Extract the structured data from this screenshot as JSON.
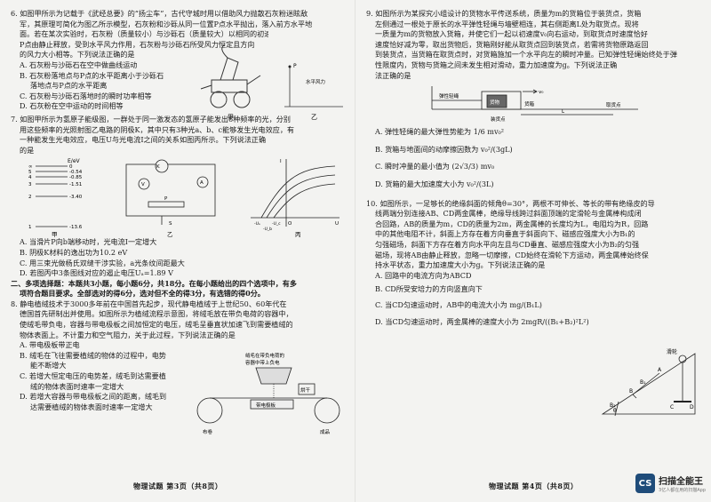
{
  "left": {
    "q6": {
      "lines": [
        "6. 如图甲所示为记载于《武经总要》的“扬尘车”，古代守城时用以借助风力抛散石灰粉迷眩敌",
        "军，其原理可简化为图乙所示模型，石灰粉和沙砾从同一位置P点水平抛出，落入前方水平地",
        "面。若在某次实验时，石灰粉（质量较小）与沙砾石（质量较大）以相同的初速度从",
        "P点由静止释放，受到水平风力作用，石灰粉与沙砾石所受风力恒定且方向",
        "的风力大小相等。下列说法正确的是"
      ],
      "options": [
        "A. 石灰粉与沙砾石在空中做曲线运动",
        "B. 石灰粉落地点与P点的水平距离小于沙砾石",
        "落地点与P点的水平距离",
        "C. 石灰粉与沙砾石落地时的瞬时功率相等",
        "D. 石灰粉在空中运动的时间相等"
      ],
      "fig_labels": {
        "jia": "甲",
        "yi": "乙",
        "p": "P",
        "wind": "水平风力"
      }
    },
    "q7": {
      "lines": [
        "7. 如图甲所示为氢原子能级图，一群处于同一激发态的氢原子能发出6种频率的光，分别",
        "用这些频率的光照射图乙电路的阴极K，其中只有3种光a、b、c能够发生光电效应，有",
        "一种能发生光电效应，电压U与光电流I之间的关系如图丙所示。下列说法正确",
        "的是"
      ],
      "levels": {
        "header": "E/eV",
        "rows": [
          {
            "n": "∞",
            "e": "0"
          },
          {
            "n": "5",
            "e": "-0.54"
          },
          {
            "n": "4",
            "e": "-0.85"
          },
          {
            "n": "3",
            "e": "-1.51"
          },
          {
            "n": "2",
            "e": "-3.40"
          },
          {
            "n": "1",
            "e": "-13.6"
          }
        ]
      },
      "fig_labels": {
        "jia": "甲",
        "yi": "乙",
        "bing": "丙",
        "k": "K",
        "a": "A",
        "v": "V",
        "p": "P",
        "s": "S",
        "u": "U",
        "i": "I",
        "ua": "-Uₐ",
        "ub": "-U_b",
        "uc": "-U_c",
        "o": "O"
      },
      "options": [
        "A. 当滑片P向b端移动时，光电流I一定增大",
        "B. 阴极K材料的逸出功为10.2 eV",
        "C. 用三束光做杨氏双缝干涉实验，a光条纹间距最大",
        "D. 若图丙中3条图线对应的遏止电压Uₐ=1.89 V"
      ]
    },
    "section2": [
      "二、多项选择题：本题共3小题，每小题6分，共18分。在每小题给出的四个选项中，有多",
      "项符合题目要求。全部选对的得6分，选对但不全的得3分，有选错的得0分。"
    ],
    "q8": {
      "lines": [
        "8. 静电植绒技术于3000多年前在中国首先起步，现代静电植绒于上世纪50、60年代在",
        "德国首先研制出并使用。如图所示为植绒流程示意图，将绒毛放在带负电荷的容器中，",
        "使绒毛带负电，容器与带电极板之间加恒定的电压，绒毛呈垂直状加速飞到需要植绒的",
        "物体表面上。不计重力和空气阻力，关于此过程，下列说法正确的是"
      ],
      "options": [
        "A. 带电极板带正电",
        "B. 绒毛在飞往需要植绒的物体的过程中，电势",
        "能不断增大",
        "C. 若增大恒定电压的电势差，绒毛到达需要植",
        "绒的物体表面时速率一定增大",
        "D. 若增大容器与带电极板之间的距离，绒毛到",
        "达需要植绒的物体表面时速率一定增大"
      ],
      "fig_labels": {
        "cap": "绒毛在带负电荷的",
        "cap2": "容器中带上负电",
        "plate": "带电极板",
        "bu": "布卷",
        "hong": "烘干",
        "cheng": "成品"
      }
    },
    "footer": "物理试题 第3页（共8页）"
  },
  "right": {
    "q9": {
      "lines": [
        "9. 如图所示为某探究小组设计的货物水平传送系统，质量为m的货箱位于装货点，货箱",
        "左侧通过一根处于原长的水平弹性轻绳与墙壁相连，其右侧距离L处为取货点。现将",
        "一质量为m的货物放入货箱，并使它们一起以初速度v₀向右运动，到取货点时速度恰好",
        "速度恰好减为零，取出货物后，货箱刚好能从取货点回到装货点，若需将货物原路返回",
        "到装货点，当货箱在取货点时，对货箱施加一个水平向左的瞬时冲量。已知弹性轻绳始终处于弹",
        "性限度内，货物与货箱之间未发生相对滑动，重力加速度为g。下列说法正确",
        "法正确的是"
      ],
      "fig_labels": {
        "rope": "弹性轻绳",
        "box": "货物",
        "box2": "货箱",
        "v": "v₀",
        "l": "L",
        "load": "装货点",
        "pick": "取货点"
      },
      "options": [
        "A. 弹性轻绳的最大弹性势能为 1/6 mv₀²",
        "B. 货箱与地面间的动摩擦因数为 v₀²/(3gL)",
        "C. 瞬时冲量的最小值为 (2√3/3) mv₀",
        "D. 货箱的最大加速度大小为 v₀²/(3L)"
      ]
    },
    "q10": {
      "lines": [
        "10. 如图所示，一足够长的绝缘斜面的倾角θ=30°，两根不可伸长、等长的带有绝缘皮的导",
        "线两端分别连接AB、CD两金属棒，绝缘导线跨过斜面顶端的定滑轮与金属棒构成闭",
        "合回路，AB的质量为m，CD的质量为2m，两金属棒的长度均为L，电阻均为R，回路",
        "中的其他电阻不计，斜面上方存在着方向垂直于斜面向下、磁感应强度大小为B₁的",
        "匀强磁场，斜面下方存在着方向水平向左且与CD垂直、磁感应强度大小为B₂的匀强",
        "磁场，现将AB由静止释放，忽略一切摩擦，CD始终在滑轮下方运动，两金属棒始终保",
        "持水平状态，重力加速度大小为g。下列说法正确的是"
      ],
      "options": [
        "A. 回路中的电流方向为ABCD",
        "B. CD所受安培力的方向竖直向下",
        "C. 当CD匀速运动时，AB中的电流大小为 mg/(B₁L)",
        "D. 当CD匀速运动时，两金属棒的速度大小为 2mgR/((B₁+B₂)²L²)"
      ],
      "fig_labels": {
        "pulley": "滑轮",
        "a": "A",
        "b": "B",
        "c": "C",
        "d": "D",
        "b1": "B₁",
        "b2": "B₂",
        "theta": "θ"
      }
    },
    "footer": "物理试题 第4页（共8页）"
  },
  "watermark": {
    "logo": "CS",
    "name": "扫描全能王",
    "sub": "3亿人都在用的扫描App"
  }
}
